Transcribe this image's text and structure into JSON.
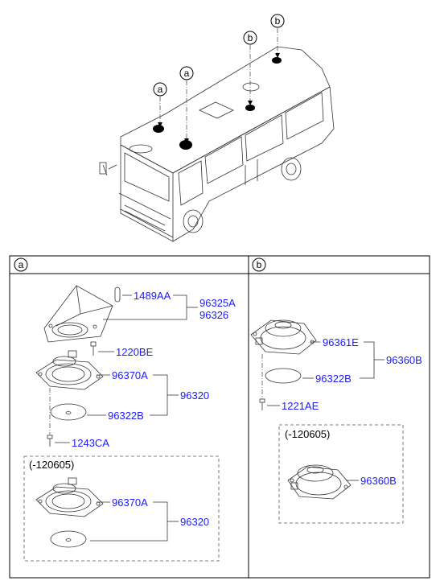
{
  "callouts": {
    "a": "a",
    "b": "b"
  },
  "panel_a": {
    "header": "a",
    "parts": {
      "p1489AA": "1489AA",
      "p96325A": "96325A",
      "p96326": "96326",
      "p1220BE": "1220BE",
      "p96370A": "96370A",
      "p96320": "96320",
      "p96322B": "96322B",
      "p1243CA": "1243CA"
    },
    "variant": {
      "note": "(-120605)",
      "p96370A": "96370A",
      "p96320": "96320"
    }
  },
  "panel_b": {
    "header": "b",
    "parts": {
      "p96361E": "96361E",
      "p96360B": "96360B",
      "p96322B": "96322B",
      "p1221AE": "1221AE"
    },
    "variant": {
      "note": "(-120605)",
      "p96360B": "96360B"
    }
  },
  "colors": {
    "label": "#1a1aff",
    "line": "#000000"
  }
}
